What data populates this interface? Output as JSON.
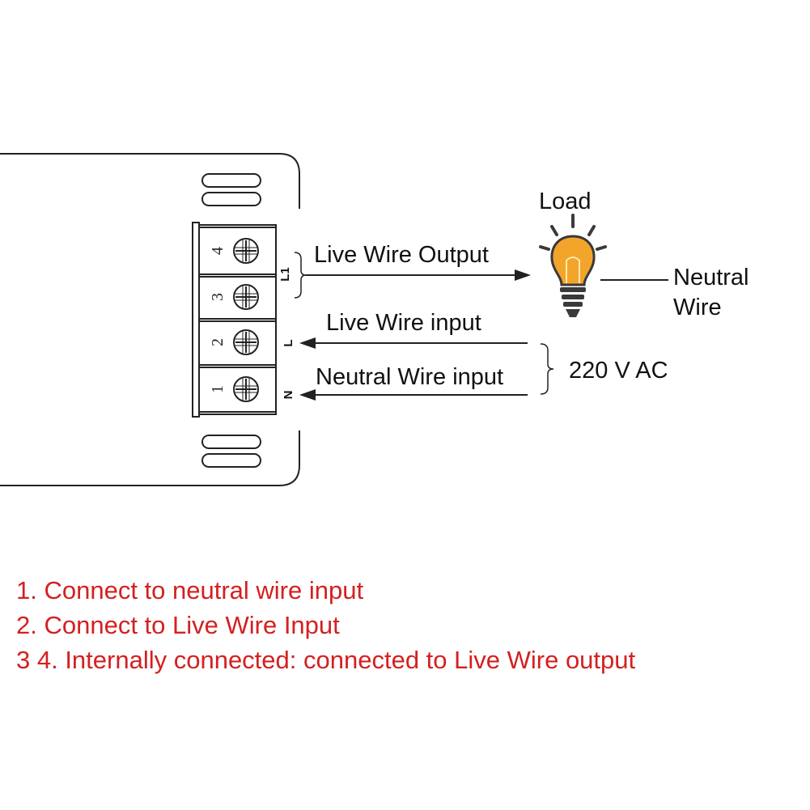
{
  "diagram": {
    "load_label": "Load",
    "neutral_wire_label_line1": "Neutral",
    "neutral_wire_label_line2": "Wire",
    "live_wire_output_label": "Live Wire Output",
    "live_wire_input_label": "Live Wire input",
    "neutral_wire_input_label": "Neutral Wire input",
    "supply_label": "220 V AC",
    "terminal_numbers": [
      "4",
      "3",
      "2",
      "1"
    ],
    "terminal_labels": {
      "l1": "L1",
      "l": "L",
      "n": "N"
    }
  },
  "notes": {
    "color": "#d42020",
    "items": [
      "1. Connect to neutral wire input",
      "2. Connect to Live Wire Input",
      "3 4. Internally connected: connected to Live Wire output"
    ]
  },
  "colors": {
    "line": "#222222",
    "bulb_glass": "#f2a52a",
    "bulb_rays": "#3a3a3a"
  }
}
